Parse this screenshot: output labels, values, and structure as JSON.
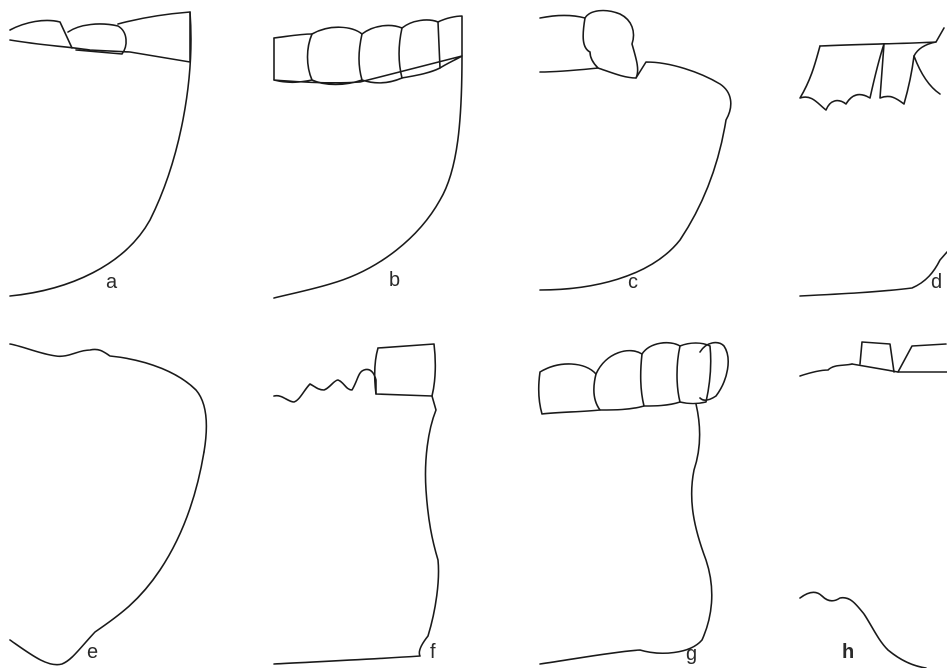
{
  "panels": [
    {
      "id": "a",
      "label": "a"
    },
    {
      "id": "b",
      "label": "b"
    },
    {
      "id": "c",
      "label": "c"
    },
    {
      "id": "d",
      "label": "d"
    },
    {
      "id": "e",
      "label": "e"
    },
    {
      "id": "f",
      "label": "f"
    },
    {
      "id": "g",
      "label": "g"
    },
    {
      "id": "h",
      "label": "h"
    }
  ],
  "colors": {
    "line": "#1a1a1a",
    "background": "#ffffff"
  }
}
